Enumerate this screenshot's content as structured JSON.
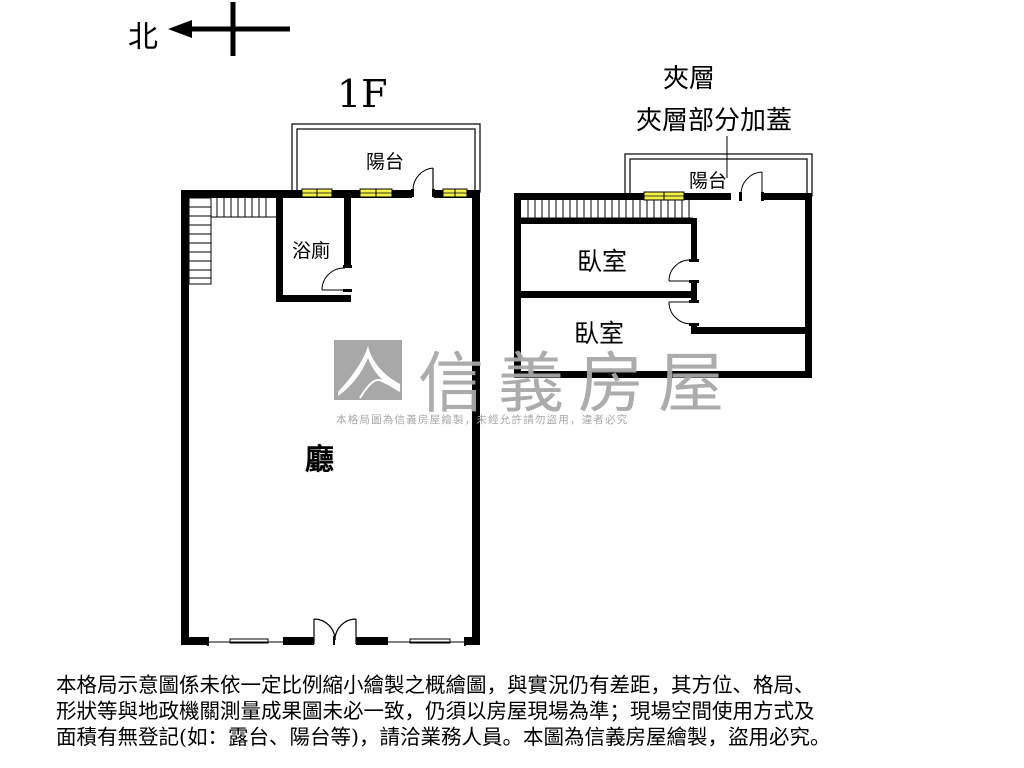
{
  "compass": {
    "north_label": "北"
  },
  "floor_1f": {
    "title": "1F",
    "rooms": {
      "balcony": "陽台",
      "bathroom": "浴廁",
      "living_room": "廳"
    }
  },
  "mezzanine": {
    "title": "夾層",
    "annotation": "夾層部分加蓋",
    "rooms": {
      "balcony": "陽台",
      "bedroom_1": "臥室",
      "bedroom_2": "臥室"
    }
  },
  "watermark": {
    "brand": "信義房屋",
    "notice": "本格局圖為信義房屋繪製，未經允許請勿盜用，違者必究"
  },
  "disclaimer": {
    "lines": [
      "本格局示意圖係未依一定比例縮小繪製之概繪圖，與實況仍有差距，其方位、格局、",
      "形狀等與地政機關測量成果圖未必一致，仍須以房屋現場為準；現場空間使用方式及",
      "面積有無登記(如：露台、陽台等)，請洽業務人員。本圖為信義房屋繪製，盜用必究。"
    ]
  },
  "colors": {
    "wall": "#000000",
    "window": "#f4f04a",
    "watermark": "#a8a8a8"
  }
}
